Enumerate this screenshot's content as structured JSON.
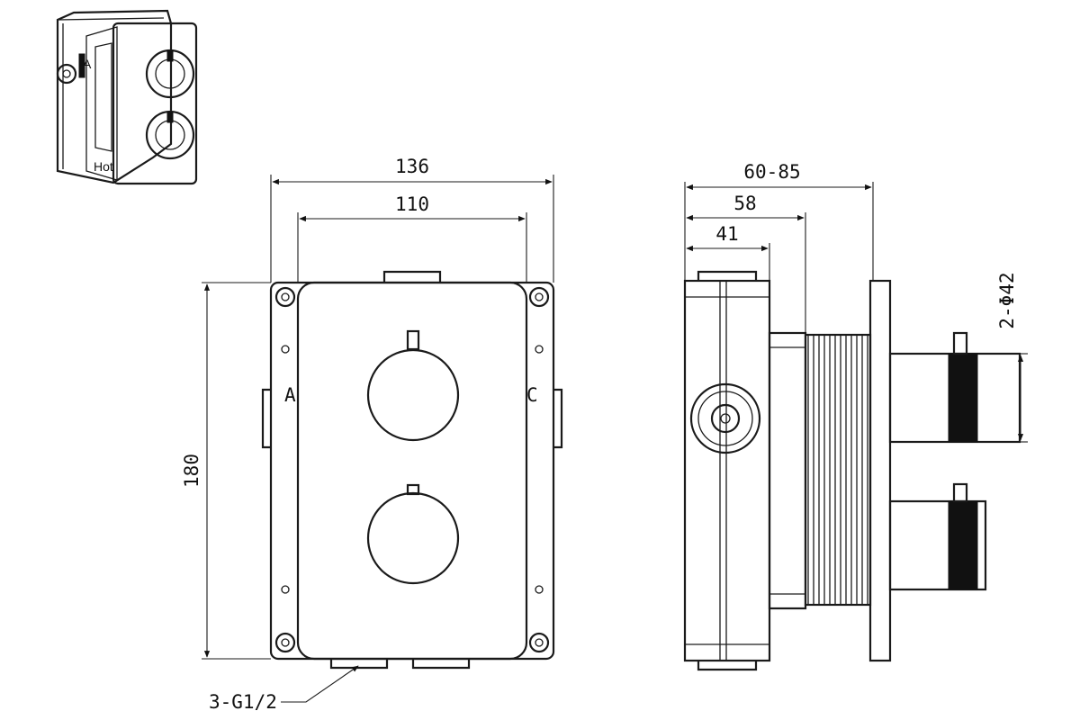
{
  "front_view": {
    "dim_width_outer": "136",
    "dim_width_inner": "110",
    "dim_height": "180",
    "port_left_letter": "A",
    "port_right_letter": "C",
    "outlet_note": "3-G1/2"
  },
  "side_view": {
    "dim_depth_range": "60-85",
    "dim_depth_mid": "58",
    "dim_depth_body": "41",
    "dim_stem_diameter": "2-Φ42"
  },
  "thumbnail": {
    "letter_a": "A",
    "text_hot": "Hot"
  },
  "colors": {
    "line": "#1a1a1a",
    "background": "#ffffff"
  }
}
